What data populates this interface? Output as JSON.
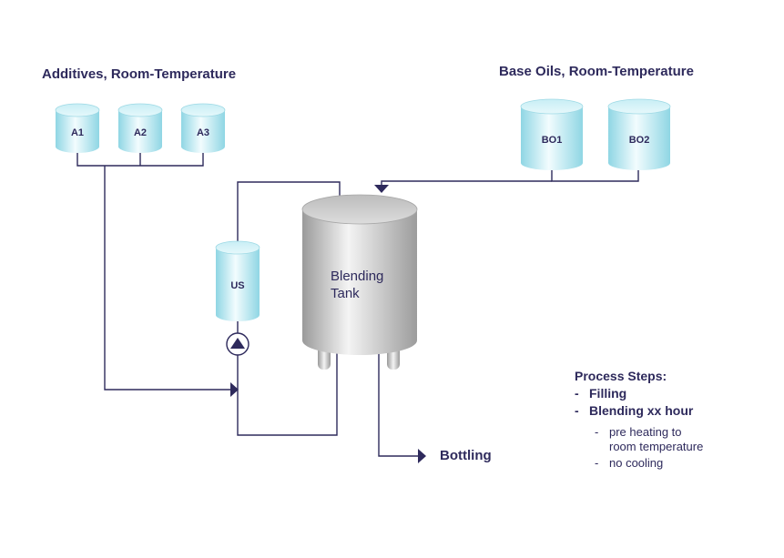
{
  "additives": {
    "title": "Additives, Room-Temperature",
    "tanks": [
      {
        "id": "a1",
        "label": "A1"
      },
      {
        "id": "a2",
        "label": "A2"
      },
      {
        "id": "a3",
        "label": "A3"
      }
    ]
  },
  "base_oils": {
    "title": "Base Oils, Room-Temperature",
    "tanks": [
      {
        "id": "bo1",
        "label": "BO1"
      },
      {
        "id": "bo2",
        "label": "BO2"
      }
    ]
  },
  "us_tank": {
    "label": "US"
  },
  "blending_tank": {
    "line1": "Blending",
    "line2": "Tank"
  },
  "outlet": {
    "label": "Bottling"
  },
  "process": {
    "title": "Process Steps:",
    "steps": [
      "Filling",
      "Blending xx hour"
    ],
    "sub_steps": [
      "pre heating to room temperature",
      "no cooling"
    ]
  },
  "colors": {
    "line": "#2e2a5c",
    "tank_cyan": "#a6e1ec",
    "tank_cyan_light": "#eefafc",
    "tank_steel": "#b9b9b9"
  }
}
